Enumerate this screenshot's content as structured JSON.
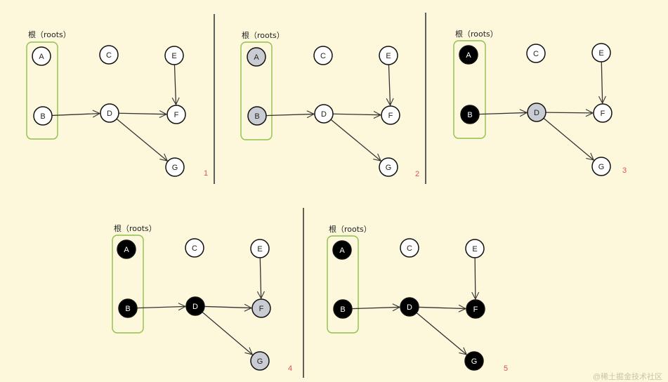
{
  "title": "Mark phase of garbage collection from roots",
  "roots_label": "根（roots）",
  "colors": {
    "background": "#fdf8dc",
    "root_box": "#8fbf4a",
    "unvisited": "#ffffff",
    "gray": "#c9ccd3",
    "black": "#000000",
    "edge": "#333333",
    "step_number": "#d9534f",
    "separator": "#3a3a3a"
  },
  "nodes": [
    "A",
    "B",
    "C",
    "D",
    "E",
    "F",
    "G"
  ],
  "roots": [
    "A",
    "B"
  ],
  "edges": [
    {
      "from": "B",
      "to": "D"
    },
    {
      "from": "D",
      "to": "F"
    },
    {
      "from": "D",
      "to": "G"
    },
    {
      "from": "E",
      "to": "F"
    }
  ],
  "panels": [
    {
      "step": "1",
      "states": {
        "A": "white",
        "B": "white",
        "C": "white",
        "D": "white",
        "E": "white",
        "F": "white",
        "G": "white"
      }
    },
    {
      "step": "2",
      "states": {
        "A": "gray",
        "B": "gray",
        "C": "white",
        "D": "white",
        "E": "white",
        "F": "white",
        "G": "white"
      }
    },
    {
      "step": "3",
      "states": {
        "A": "black",
        "B": "black",
        "C": "white",
        "D": "gray",
        "E": "white",
        "F": "white",
        "G": "white"
      }
    },
    {
      "step": "4",
      "states": {
        "A": "black",
        "B": "black",
        "C": "white",
        "D": "black",
        "E": "white",
        "F": "gray",
        "G": "gray"
      }
    },
    {
      "step": "5",
      "states": {
        "A": "black",
        "B": "black",
        "C": "white",
        "D": "black",
        "E": "white",
        "F": "black",
        "G": "black"
      }
    }
  ],
  "watermark": "@稀土掘金技术社区"
}
